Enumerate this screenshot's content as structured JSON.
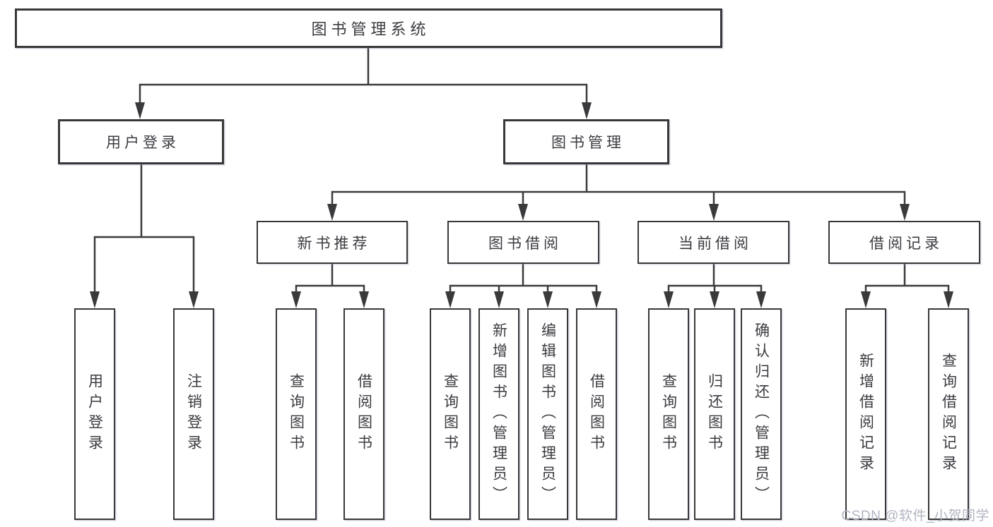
{
  "tree": {
    "label": "图书管理系统",
    "children": [
      {
        "label": "用户登录",
        "children": [
          {
            "label": "用户登录"
          },
          {
            "label": "注销登录"
          }
        ]
      },
      {
        "label": "图书管理",
        "children": [
          {
            "label": "新书推荐",
            "children": [
              {
                "label": "查询图书"
              },
              {
                "label": "借阅图书"
              }
            ]
          },
          {
            "label": "图书借阅",
            "children": [
              {
                "label": "查询图书"
              },
              {
                "label": "新增图书（管理员）"
              },
              {
                "label": "编辑图书（管理员）"
              },
              {
                "label": "借阅图书"
              }
            ]
          },
          {
            "label": "当前借阅",
            "children": [
              {
                "label": "查询图书"
              },
              {
                "label": "归还图书"
              },
              {
                "label": "确认归还（管理员）"
              }
            ]
          },
          {
            "label": "借阅记录",
            "children": [
              {
                "label": "新增借阅记录"
              },
              {
                "label": "查询借阅记录"
              }
            ]
          }
        ]
      }
    ]
  },
  "watermark": {
    "text": "CSDN @软件_小贺同学"
  },
  "colors": {
    "line": "#3a3a3c",
    "text": "#3b3b41",
    "watermark": "#b2b5c1"
  }
}
